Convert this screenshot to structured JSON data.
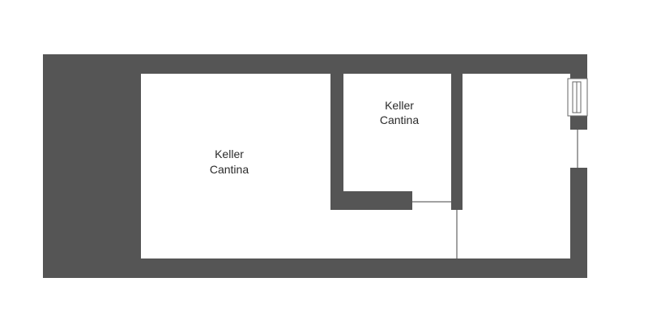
{
  "floorplan": {
    "rooms": [
      {
        "id": "large-room",
        "line1": "Keller",
        "line2": "Cantina"
      },
      {
        "id": "small-room",
        "line1": "Keller",
        "line2": "Cantina"
      }
    ],
    "colors": {
      "wall": "#555555",
      "floor": "#ffffff",
      "line": "#444444",
      "window_frame": "#666666"
    }
  }
}
